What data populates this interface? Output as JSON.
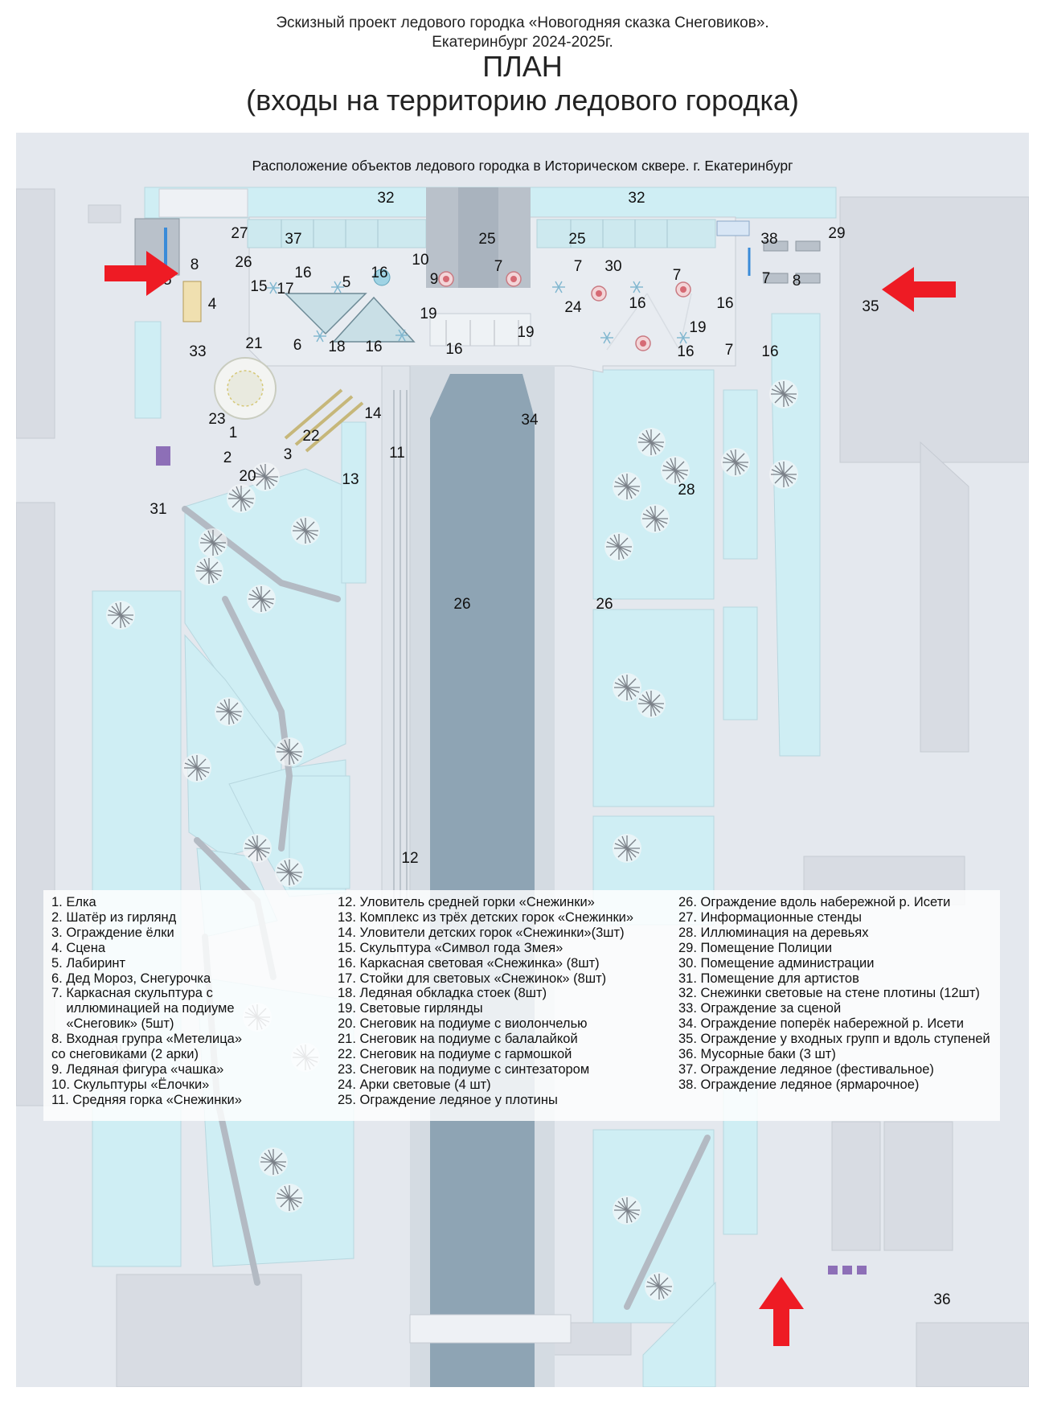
{
  "header": {
    "line1": "Эскизный проект  ледового городка «Новогодняя сказка Снеговиков».",
    "line2": "Екатеринбург 2024-2025г.",
    "title": "ПЛАН",
    "subtitle": "(входы на территорию ледового городка)"
  },
  "map": {
    "caption": "Расположение объектов ледового городка в Историческом сквере. г. Екатеринбург",
    "colors": {
      "ice": "#cfeef4",
      "ground": "#e4e8ee",
      "building": "#d8dce3",
      "water": "#8ea4b4",
      "arrow": "#ee1b24",
      "police": "#3a8bd8",
      "bins": "#8d6fb7"
    },
    "labels": [
      {
        "id": "l32a",
        "text": "32"
      },
      {
        "id": "l32b",
        "text": "32"
      },
      {
        "id": "l27",
        "text": "27"
      },
      {
        "id": "l37",
        "text": "37"
      },
      {
        "id": "l25a",
        "text": "25"
      },
      {
        "id": "l25b",
        "text": "25"
      },
      {
        "id": "l38",
        "text": "38"
      },
      {
        "id": "l29",
        "text": "29"
      },
      {
        "id": "l8a",
        "text": "8"
      },
      {
        "id": "l26a",
        "text": "26"
      },
      {
        "id": "l10",
        "text": "10"
      },
      {
        "id": "l7a",
        "text": "7"
      },
      {
        "id": "l7b",
        "text": "7"
      },
      {
        "id": "l30",
        "text": "30"
      },
      {
        "id": "l7c",
        "text": "7"
      },
      {
        "id": "l7d",
        "text": "7"
      },
      {
        "id": "l8b",
        "text": "8"
      },
      {
        "id": "l35a",
        "text": "35"
      },
      {
        "id": "l16a",
        "text": "16"
      },
      {
        "id": "l16b",
        "text": "16"
      },
      {
        "id": "l5",
        "text": "5"
      },
      {
        "id": "l9",
        "text": "9"
      },
      {
        "id": "l15",
        "text": "15"
      },
      {
        "id": "l17",
        "text": "17"
      },
      {
        "id": "l4",
        "text": "4"
      },
      {
        "id": "l24",
        "text": "24"
      },
      {
        "id": "l16c",
        "text": "16"
      },
      {
        "id": "l16d",
        "text": "16"
      },
      {
        "id": "l35b",
        "text": "35"
      },
      {
        "id": "l19a",
        "text": "19"
      },
      {
        "id": "l19b",
        "text": "19"
      },
      {
        "id": "l19c",
        "text": "19"
      },
      {
        "id": "l33",
        "text": "33"
      },
      {
        "id": "l21",
        "text": "21"
      },
      {
        "id": "l6",
        "text": "6"
      },
      {
        "id": "l18",
        "text": "18"
      },
      {
        "id": "l16e",
        "text": "16"
      },
      {
        "id": "l16f",
        "text": "16"
      },
      {
        "id": "l16g",
        "text": "16"
      },
      {
        "id": "l7e",
        "text": "7"
      },
      {
        "id": "l16h",
        "text": "16"
      },
      {
        "id": "l23",
        "text": "23"
      },
      {
        "id": "l14",
        "text": "14"
      },
      {
        "id": "l34",
        "text": "34"
      },
      {
        "id": "l1",
        "text": "1"
      },
      {
        "id": "l22",
        "text": "22"
      },
      {
        "id": "l2",
        "text": "2"
      },
      {
        "id": "l3",
        "text": "3"
      },
      {
        "id": "l11",
        "text": "11"
      },
      {
        "id": "l20",
        "text": "20"
      },
      {
        "id": "l13",
        "text": "13"
      },
      {
        "id": "l28",
        "text": "28"
      },
      {
        "id": "l31",
        "text": "31"
      },
      {
        "id": "l26b",
        "text": "26"
      },
      {
        "id": "l26c",
        "text": "26"
      },
      {
        "id": "l12",
        "text": "12"
      },
      {
        "id": "l36",
        "text": "36"
      }
    ]
  },
  "legend": {
    "col1": [
      "1. Елка",
      "2. Шатёр из гирлянд",
      "3. Ограждение ёлки",
      "4. Сцена",
      "5. Лабиринт",
      "6. Дед Мороз, Снегурочка",
      "7. Каркасная скульптура с",
      "    иллюминацией на подиуме",
      "    «Снеговик» (5шт)",
      "8. Входная групра «Метелица»",
      "со снеговиками (2 арки)",
      "9. Ледяная фигура «чашка»",
      "10. Скульптуры «Ёлочки»",
      "11. Средняя горка «Снежинки»"
    ],
    "col2": [
      "12. Уловитель средней горки «Снежинки»",
      "13. Комплекс из трёх детских горок «Снежинки»",
      "14. Уловители детских горок «Снежинки»(3шт)",
      "15. Скульптура «Символ года Змея»",
      "16. Каркасная световая «Снежинка» (8шт)",
      "17. Стойки для световых «Снежинок» (8шт)",
      "18. Ледяная обкладка стоек (8шт)",
      "19. Световые гирлянды",
      "20. Снеговик на подиуме с виолончелью",
      "21. Снеговик на подиуме с балалайкой",
      "22. Снеговик на подиуме с гармошкой",
      "23. Снеговик на подиуме с синтезатором",
      "24. Арки световые (4 шт)",
      "25. Ограждение ледяное у плотины"
    ],
    "col3": [
      "26. Ограждение вдоль набережной р. Исети",
      "27. Информационные стенды",
      "28. Иллюминация на деревьях",
      "29. Помещение Полиции",
      "30. Помещение администрации",
      "31. Помещение для артистов",
      "32. Снежинки световые на стене плотины (12шт)",
      "33. Ограждение за сценой",
      "34. Ограждение поперёк набережной р. Исети",
      "35. Ограждение у входных групп и вдоль ступеней",
      "36. Мусорные баки (3 шт)",
      "37. Ограждение ледяное (фестивальное)",
      "38. Ограждение ледяное (ярмарочное)"
    ]
  }
}
